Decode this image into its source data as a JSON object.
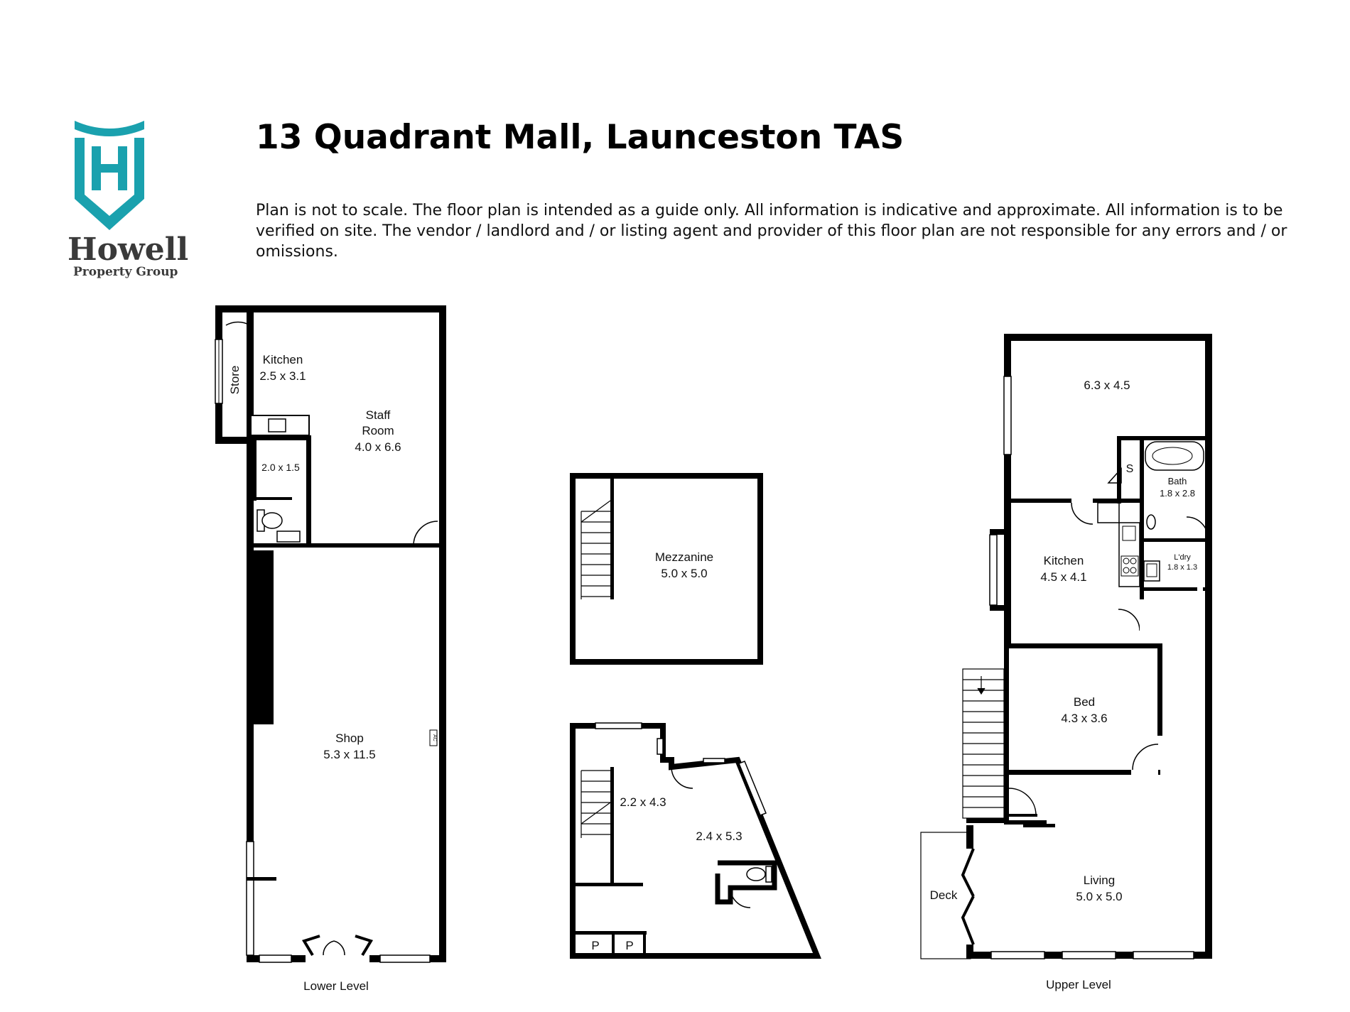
{
  "header": {
    "title": "13 Quadrant Mall, Launceston TAS",
    "disclaimer": "Plan is not to scale. The floor plan is intended as a guide only. All information is indicative and approximate. All information is to be verified on site. The vendor / landlord and / or listing agent and provider of this floor plan are not responsible for any errors and / or omissions."
  },
  "brand": {
    "name": "Howell",
    "tagline": "Property Group",
    "accent": "#1aa1ae",
    "text_color": "#3a3a3a",
    "icon": "shield-h-logo"
  },
  "lower_level": {
    "caption": "Lower Level",
    "rooms": {
      "kitchen": {
        "name": "Kitchen",
        "size": "2.5 x 3.1"
      },
      "store": {
        "name": "Store"
      },
      "staff_room": {
        "name_line1": "Staff",
        "name_line2": "Room",
        "size": "4.0 x 6.6"
      },
      "wc": {
        "size": "2.0 x 1.5"
      },
      "shop": {
        "name": "Shop",
        "size": "5.3 x 11.5"
      },
      "ac": {
        "name": "AC"
      }
    }
  },
  "mezzanine": {
    "name": "Mezzanine",
    "size": "5.0 x 5.0"
  },
  "middle_level": {
    "room_a": {
      "size": "2.2 x 4.3"
    },
    "room_b": {
      "size": "2.4 x 5.3"
    },
    "parking": [
      "P",
      "P"
    ]
  },
  "upper_level": {
    "caption": "Upper Level",
    "rooms": {
      "top_room": {
        "size": "6.3 x 4.5"
      },
      "shower": {
        "name": "S"
      },
      "bath": {
        "name": "Bath",
        "size": "1.8 x 2.8"
      },
      "kitchen": {
        "name": "Kitchen",
        "size": "4.5 x 4.1"
      },
      "laundry": {
        "name": "L'dry",
        "size": "1.8 x 1.3"
      },
      "bed": {
        "name": "Bed",
        "size": "4.3 x 3.6"
      },
      "deck": {
        "name": "Deck"
      },
      "living": {
        "name": "Living",
        "size": "5.0 x 5.0"
      }
    }
  }
}
